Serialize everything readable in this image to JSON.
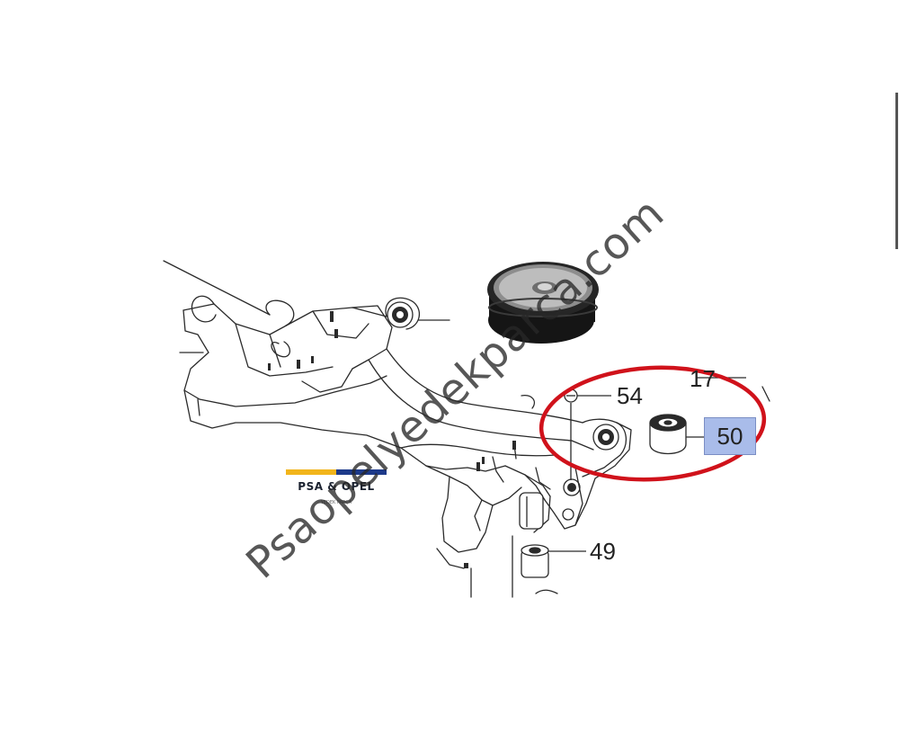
{
  "diagram": {
    "part_labels": [
      "54",
      "17",
      "50",
      "49"
    ],
    "highlighted_label": "50"
  },
  "logo": {
    "title": "PSA & OPEL",
    "subtitle": "YEDEK PARÇA"
  },
  "watermark": "Psaopelyedekparca.com",
  "colors": {
    "highlight_ring": "#d0121b",
    "label_fill": "#a9bcea",
    "label_border": "#7b8ec4",
    "line_art": "#2a2a2a",
    "logo_yellow": "#f2b51b",
    "logo_blue": "#1d3a8a",
    "bushing_black": "#151515",
    "edge_line": "#555555"
  }
}
